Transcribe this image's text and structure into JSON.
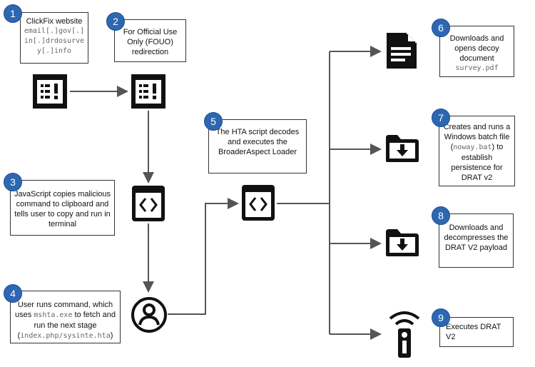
{
  "steps": [
    {
      "num": "1",
      "line1": "ClickFix website",
      "code": "email[.]gov[.]in[.]drdosurvey[.]info"
    },
    {
      "num": "2",
      "text": "For Official Use Only (FOUO) redirection"
    },
    {
      "num": "3",
      "text": "JavaScript copies malicious command to clipboard and tells user to copy and run in terminal"
    },
    {
      "num": "4",
      "pre": "User runs command, which uses ",
      "code1": "mshta.exe",
      "mid": " to fetch and run the next stage (",
      "code2": "index.php/sysinte.hta",
      "post": ")"
    },
    {
      "num": "5",
      "text": "The HTA script decodes and executes the BroaderAspect Loader"
    },
    {
      "num": "6",
      "text": "Downloads and opens decoy document",
      "code": "survey.pdf"
    },
    {
      "num": "7",
      "pre": "Creates and runs a Windows batch file (",
      "code": "noway.bat",
      "post": ") to establish persistence for DRAT v2"
    },
    {
      "num": "8",
      "text": "Downloads and decompresses the DRAT V2 payload"
    },
    {
      "num": "9",
      "text": "Executes DRAT V2"
    }
  ],
  "icons": {
    "website": "alert-window-icon",
    "fouo": "alert-window-icon",
    "javascript": "code-window-icon",
    "hta": "code-window-icon",
    "user": "user-icon",
    "decoy": "document-icon",
    "batch": "folder-download-icon",
    "payload": "folder-download-icon",
    "remote": "remote-control-icon"
  },
  "colors": {
    "badge": "#2e67b1",
    "arrow": "#555555",
    "icon": "#111111"
  }
}
